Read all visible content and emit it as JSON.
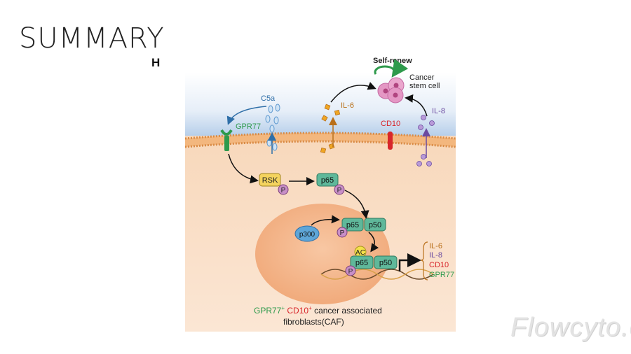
{
  "slide": {
    "title": "SUMMARY",
    "panel_label": "H",
    "watermark": "Flowcyto.cn"
  },
  "diagram": {
    "outside": {
      "c5a": "C5a",
      "il6": "IL-6",
      "il8": "IL-8",
      "self_renew": "Self-renew",
      "cancer_stem_cell_line1": "Cancer",
      "cancer_stem_cell_line2": "stem cell"
    },
    "membrane": {
      "gpr77": "GPR77",
      "cd10": "CD10"
    },
    "cytoplasm": {
      "rsk": "RSK",
      "p": "P",
      "p65": "p65"
    },
    "nucleus": {
      "p300": "p300",
      "p65": "p65",
      "p50": "p50",
      "ac": "AC",
      "p": "P"
    },
    "gene_list": [
      "IL-6",
      "IL-8",
      "CD10",
      "GPR77"
    ],
    "caption": {
      "part1": "GPR77",
      "sup": "+",
      "part2": "CD10",
      "part3": " cancer associated",
      "line2": "fibroblasts(CAF)"
    },
    "colors": {
      "membrane_top": "#b9d2ec",
      "cytoplasm": "#f7cfae",
      "nucleus": "#f3b48c",
      "green": "#2e9a4c",
      "red": "#d8262b",
      "orange": "#b9701a",
      "purple": "#6a4aa0"
    }
  }
}
